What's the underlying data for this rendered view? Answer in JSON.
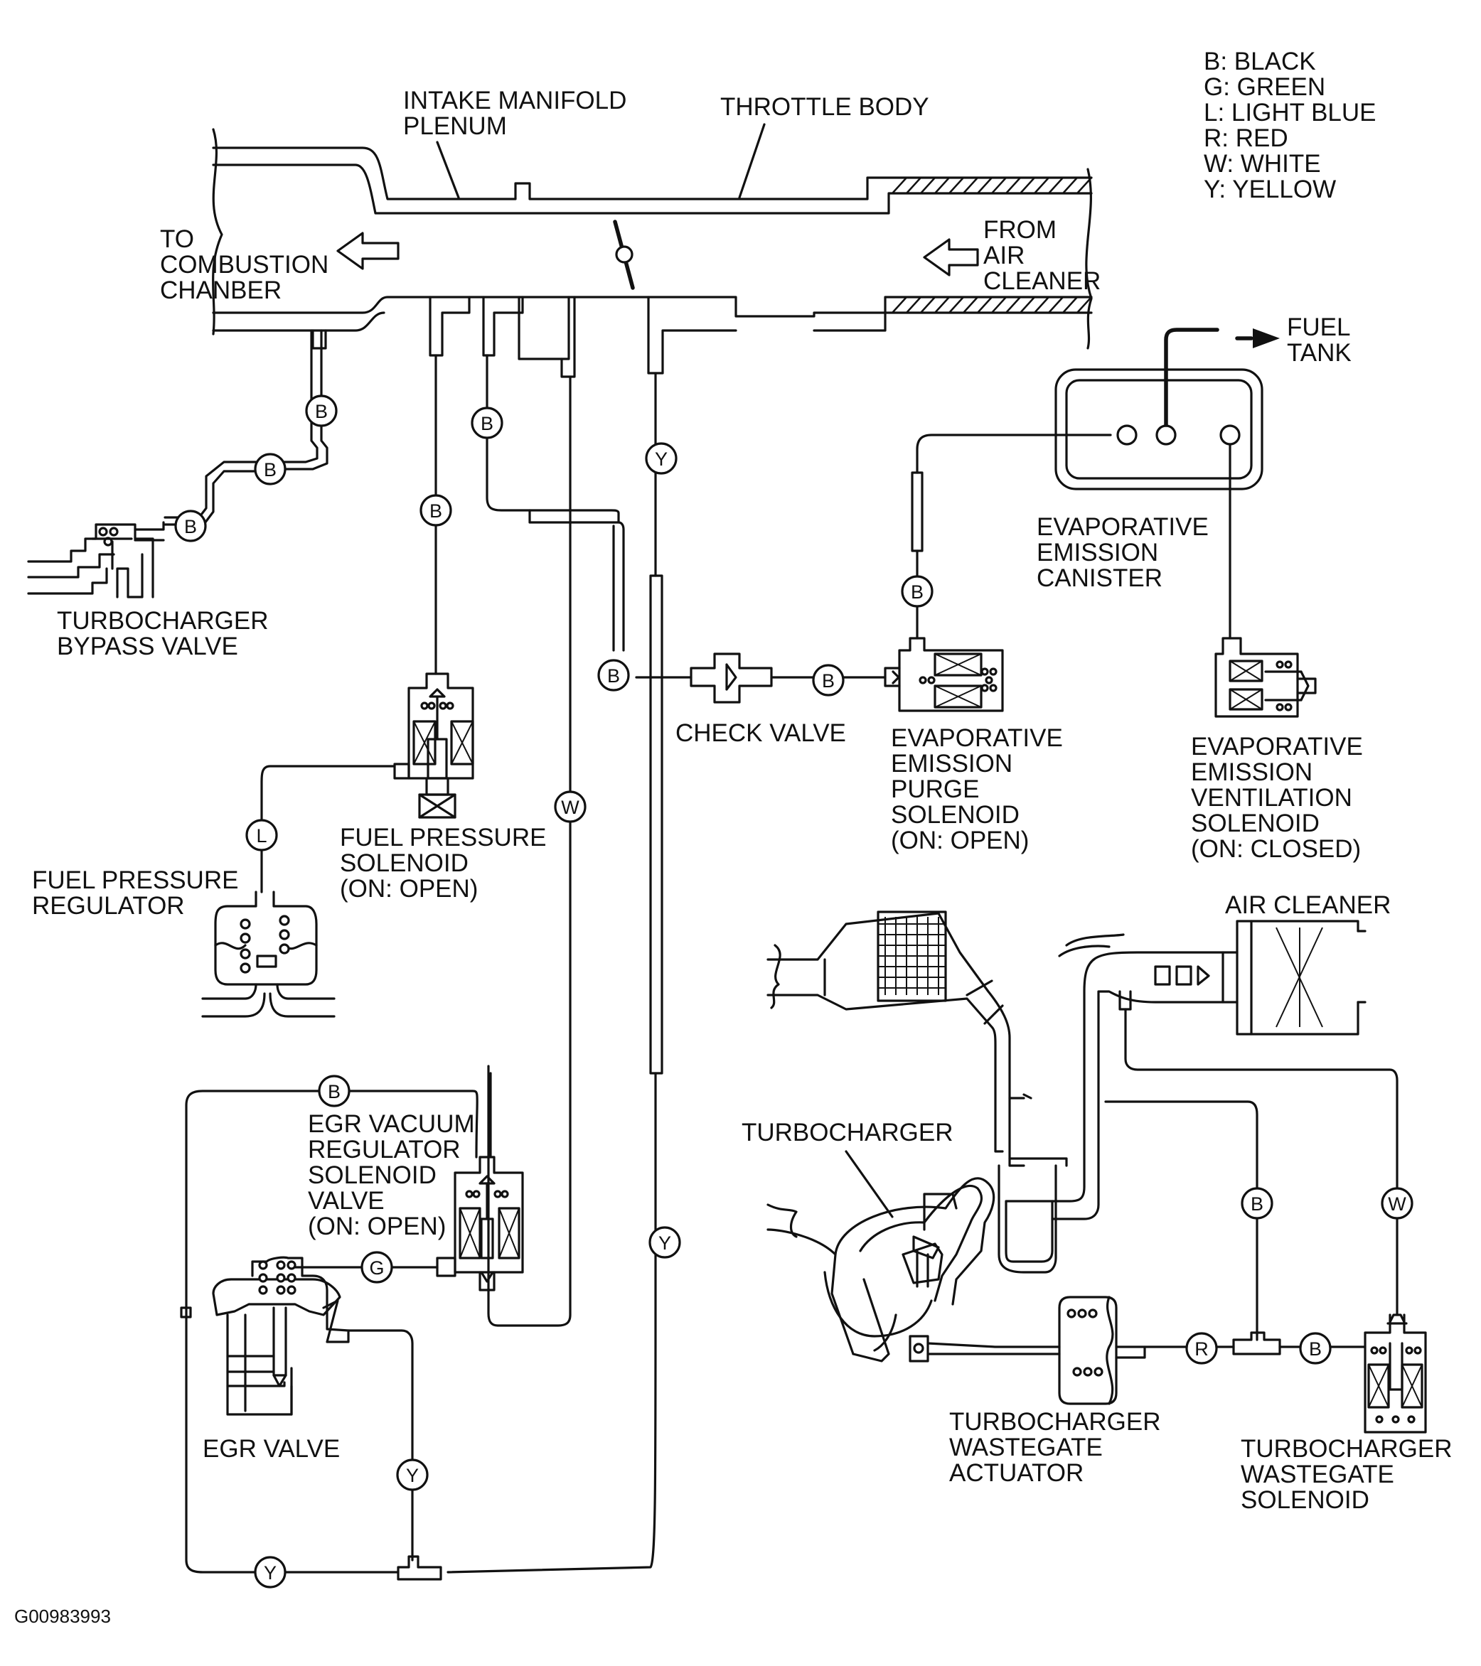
{
  "legend": [
    "B: BLACK",
    "G: GREEN",
    "L: LIGHT BLUE",
    "R: RED",
    "W: WHITE",
    "Y: YELLOW"
  ],
  "labels": {
    "intake_manifold": [
      "INTAKE MANIFOLD",
      "PLENUM"
    ],
    "throttle_body": [
      "THROTTLE BODY"
    ],
    "to_combustion": [
      "TO",
      "COMBUSTION",
      "CHANBER"
    ],
    "from_air_cleaner": [
      "FROM",
      "AIR",
      "CLEANER"
    ],
    "fuel_tank": [
      "FUEL",
      "TANK"
    ],
    "bypass_valve": [
      "TURBOCHARGER",
      "BYPASS VALVE"
    ],
    "canister": [
      "EVAPORATIVE",
      "EMISSION",
      "CANISTER"
    ],
    "check_valve": [
      "CHECK VALVE"
    ],
    "purge_solenoid": [
      "EVAPORATIVE",
      "EMISSION",
      "PURGE",
      "SOLENOID",
      "(ON: OPEN)"
    ],
    "ventilation_solenoid": [
      "EVAPORATIVE",
      "EMISSION",
      "VENTILATION",
      "SOLENOID",
      "(ON: CLOSED)"
    ],
    "fuel_pressure_solenoid": [
      "FUEL PRESSURE",
      "SOLENOID",
      "(ON: OPEN)"
    ],
    "fuel_pressure_regulator": [
      "FUEL PRESSURE",
      "REGULATOR"
    ],
    "air_cleaner": [
      "AIR CLEANER"
    ],
    "egr_solenoid": [
      "EGR VACUUM",
      "REGULATOR",
      "SOLENOID",
      "VALVE",
      "(ON: OPEN)"
    ],
    "turbocharger": [
      "TURBOCHARGER"
    ],
    "egr_valve": [
      "EGR VALVE"
    ],
    "wastegate_actuator": [
      "TURBOCHARGER",
      "WASTEGATE",
      "ACTUATOR"
    ],
    "wastegate_solenoid": [
      "TURBOCHARGER",
      "WASTEGATE",
      "SOLENOID"
    ]
  },
  "hose_tags": {
    "bypass_1": "B",
    "bypass_2": "B",
    "bypass_3": "B",
    "fp_solenoid_line": "B",
    "canister_feed": "B",
    "yellow_upper": "Y",
    "check_valve_in": "B",
    "check_valve_out": "B",
    "purge_in": "B",
    "fp_regulator_line": "L",
    "egr_white": "W",
    "egr_top": "B",
    "egr_green": "G",
    "yellow_mid": "Y",
    "wg_black": "B",
    "wg_white": "W",
    "wg_red": "R",
    "wg_black_2": "B",
    "egr_yellow_vert": "Y",
    "egr_yellow_bottom": "Y"
  },
  "figure_id": "G00983993"
}
